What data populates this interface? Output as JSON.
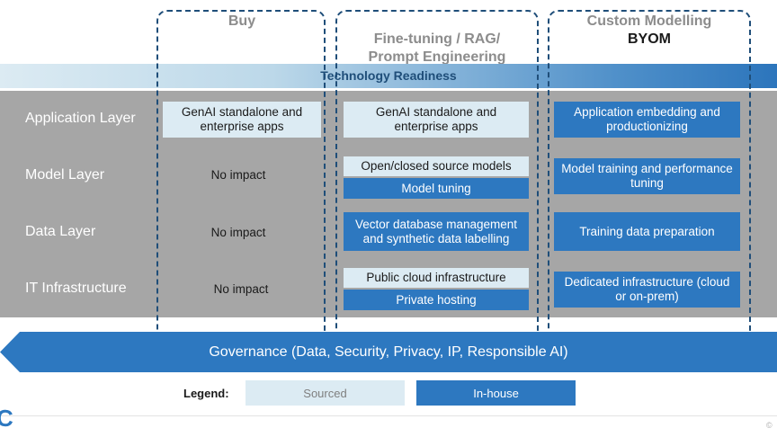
{
  "columns": [
    {
      "title": "Buy",
      "subtitle": ""
    },
    {
      "title": "Fine-tuning / RAG/\nPrompt Engineering",
      "subtitle": ""
    },
    {
      "title": "Custom Modelling",
      "subtitle": "BYOM"
    }
  ],
  "readiness_label": "Technology Readiness",
  "layers": [
    "Application Layer",
    "Model Layer",
    "Data Layer",
    "IT Infrastructure"
  ],
  "cells": {
    "buy_app": "GenAI standalone and enterprise apps",
    "buy_model": "No impact",
    "buy_data": "No impact",
    "buy_infra": "No impact",
    "ft_app": "GenAI standalone and enterprise apps",
    "ft_model_sourced": "Open/closed source models",
    "ft_model_inhouse": "Model tuning",
    "ft_data": "Vector database management and synthetic data labelling",
    "ft_infra_sourced": "Public cloud infrastructure",
    "ft_infra_inhouse": "Private hosting",
    "cm_app": "Application embedding and productionizing",
    "cm_model": "Model training and performance tuning",
    "cm_data": "Training data preparation",
    "cm_infra": "Dedicated infrastructure (cloud or on-prem)"
  },
  "governance": "Governance (Data, Security, Privacy, IP, Responsible AI)",
  "legend": {
    "label": "Legend:",
    "sourced": "Sourced",
    "inhouse": "In-house"
  },
  "logo_text": "C",
  "copyright": "©",
  "colors": {
    "sourced": "#dcebf3",
    "inhouse": "#2d78c0",
    "band": "#a6a6a6",
    "dashed_border": "#1f4e79"
  }
}
